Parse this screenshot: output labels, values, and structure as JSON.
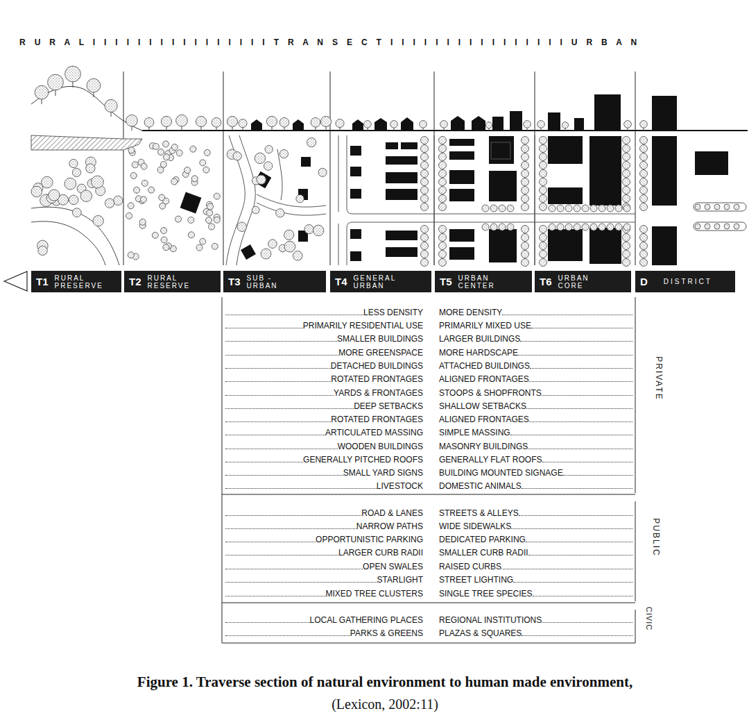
{
  "diagram": {
    "caption": "Figure 1. Traverse section of natural environment to human made environment,",
    "nodes": [
      {
        "text": [
          "T1",
          "RURAL PRESERVE"
        ]
      },
      {
        "text": [
          "T2",
          "RURAL RESERVE"
        ]
      },
      {
        "text": [
          "T3",
          "SUB - URBAN"
        ]
      },
      {
        "text": [
          "T4",
          "GENERAL URBAN"
        ]
      },
      {
        "text": [
          "T5",
          "URBAN CENTER"
        ]
      },
      {
        "text": [
          "T6",
          "URBAN CORE"
        ]
      },
      {
        "text": [
          "D",
          "DISTRICT"
        ]
      }
    ],
    "labels": [
      "R U R A L I I I I I I I I I I I I I I I I T R A N S E C T I I I I I I I I I I I I I I I I U R B A N",
      "LESS DENSITY",
      "MORE DENSITY",
      "PRIMARILY RESIDENTIAL USE",
      "PRIMARILY MIXED USE",
      "SMALLER BUILDINGS",
      "LARGER BUILDINGS",
      "MORE GREENSPACE",
      "MORE HARDSCAPE",
      "DETACHED BUILDINGS",
      "ATTACHED BUILDINGS",
      "ROTATED FRONTAGES",
      "ALIGNED FRONTAGES",
      "YARDS & FRONTAGES",
      "STOOPS & SHOPFRONTS",
      "DEEP SETBACKS",
      "SHALLOW SETBACKS",
      "ROTATED FRONTAGES",
      "ALIGNED FRONTAGES",
      "ARTICULATED MASSING",
      "SIMPLE MASSING",
      "WOODEN BUILDINGS",
      "MASONRY BUILDINGS",
      "GENERALLY PITCHED ROOFS",
      "GENERALLY FLAT ROOFS",
      "SMALL YARD SIGNS",
      "BUILDING MOUNTED SIGNAGE",
      "LIVESTOCK",
      "DOMESTIC ANIMALS",
      "ROAD & LANES",
      "STREETS & ALLEYS",
      "NARROW PATHS",
      "WIDE SIDEWALKS",
      "OPPORTUNISTIC PARKING",
      "DEDICATED PARKING",
      "LARGER CURB RADII",
      "SMALLER CURB RADII",
      "OPEN SWALES",
      "RAISED CURBS",
      "STARLIGHT",
      "STREET LIGHTING",
      "MIXED TREE CLUSTERS",
      "SINGLE TREE SPECIES",
      "LOCAL GATHERING PLACES",
      "REGIONAL INSTITUTIONS",
      "PARKS & GREENS",
      "PLAZAS & SQUARES",
      "PRIVATE",
      "PUBLIC",
      "CIVIC",
      "(Lexicon, 2002:11)"
    ]
  }
}
